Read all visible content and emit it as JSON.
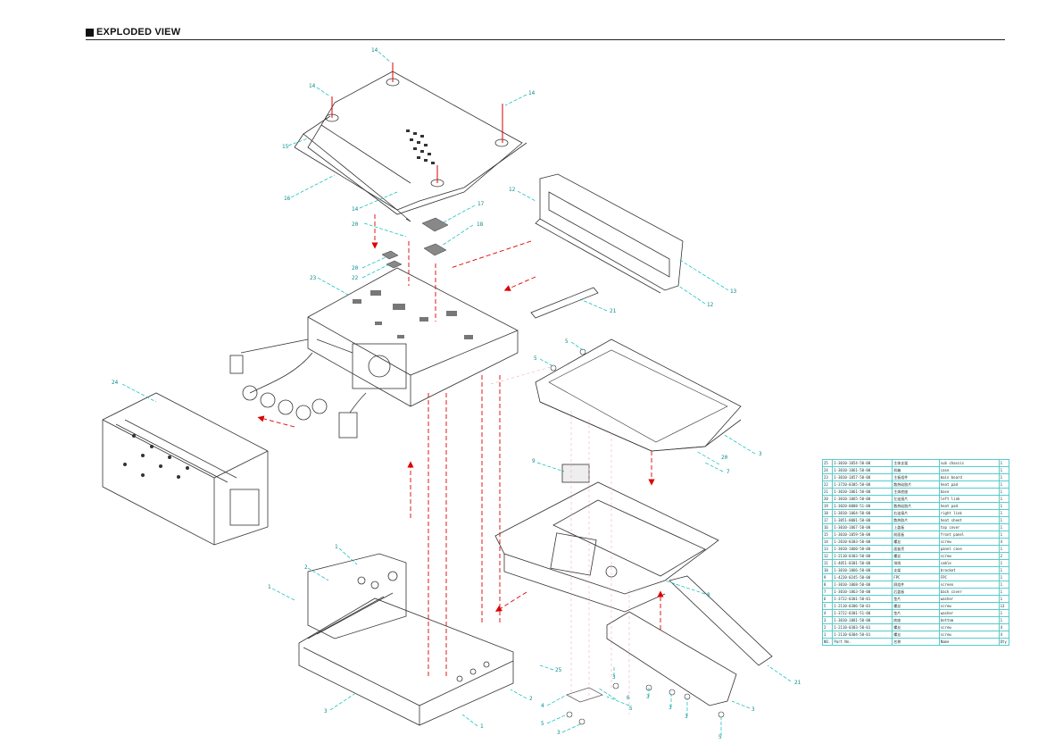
{
  "header": {
    "title": "EXPLODED VIEW"
  },
  "callouts": [
    "1",
    "1",
    "1",
    "2",
    "2",
    "3",
    "3",
    "3",
    "3",
    "3",
    "3",
    "3",
    "3",
    "4",
    "5",
    "5",
    "5",
    "5",
    "6",
    "7",
    "8",
    "9",
    "12",
    "12",
    "13",
    "14",
    "14",
    "14",
    "14",
    "15",
    "16",
    "17",
    "18",
    "20",
    "20",
    "20",
    "21",
    "22",
    "23",
    "24",
    "25"
  ],
  "parts_table": {
    "rows": [
      {
        "no": "25",
        "code": "1-3010-1054-50-00",
        "cn": "主体支架",
        "en": "sub chassis",
        "qty": "1"
      },
      {
        "no": "24",
        "code": "1-3010-1061-50-00",
        "cn": "机箱",
        "en": "case",
        "qty": "1"
      },
      {
        "no": "23",
        "code": "1-3010-1057-50-00",
        "cn": "主板组件",
        "en": "main board",
        "qty": "1"
      },
      {
        "no": "22",
        "code": "1-3720-0305-50-00",
        "cn": "散热硅胶片",
        "en": "heat pad",
        "qty": "1"
      },
      {
        "no": "21",
        "code": "1-3010-1061-50-00",
        "cn": "主体底座",
        "en": "base",
        "qty": "1"
      },
      {
        "no": "20",
        "code": "1-3010-1065-50-00",
        "cn": "左连接片",
        "en": "left link",
        "qty": "1"
      },
      {
        "no": "19",
        "code": "1-3020-0088-51-00",
        "cn": "散热硅胶片",
        "en": "heat pad",
        "qty": "1"
      },
      {
        "no": "18",
        "code": "1-3010-1064-50-00",
        "cn": "右连接片",
        "en": "right link",
        "qty": "1"
      },
      {
        "no": "17",
        "code": "1-3051-0001-50-00",
        "cn": "散热胶片",
        "en": "heat sheet",
        "qty": "1"
      },
      {
        "no": "16",
        "code": "1-3010-1067-50-00",
        "cn": "上盖板",
        "en": "top cover",
        "qty": "1"
      },
      {
        "no": "15",
        "code": "1-3010-1059-50-00",
        "cn": "前面板",
        "en": "front panel",
        "qty": "1"
      },
      {
        "no": "14",
        "code": "1-2010-0303-50-00",
        "cn": "螺丝",
        "en": "screw",
        "qty": "4"
      },
      {
        "no": "13",
        "code": "1-3010-1060-50-00",
        "cn": "面板壳",
        "en": "panel case",
        "qty": "1"
      },
      {
        "no": "12",
        "code": "1-2110-0303-50-00",
        "cn": "螺丝",
        "en": "screw",
        "qty": "2"
      },
      {
        "no": "11",
        "code": "1-4051-0301-50-00",
        "cn": "排线",
        "en": "cable",
        "qty": "1"
      },
      {
        "no": "10",
        "code": "1-3010-1066-50-00",
        "cn": "支架",
        "en": "bracket",
        "qty": "1"
      },
      {
        "no": "9",
        "code": "1-4220-0245-50-00",
        "cn": "FPC",
        "en": "FPC",
        "qty": "1"
      },
      {
        "no": "8",
        "code": "1-3010-1068-50-00",
        "cn": "屏组件",
        "en": "screen",
        "qty": "1"
      },
      {
        "no": "7",
        "code": "1-3010-1063-50-00",
        "cn": "后盖板",
        "en": "back cover",
        "qty": "1"
      },
      {
        "no": "6",
        "code": "1-3722-0301-50-01",
        "cn": "垫片",
        "en": "washer",
        "qty": "1"
      },
      {
        "no": "5",
        "code": "1-2110-0306-50-01",
        "cn": "螺丝",
        "en": "screw",
        "qty": "13"
      },
      {
        "no": "4",
        "code": "1-3722-0301-51-00",
        "cn": "垫片",
        "en": "washer",
        "qty": "1"
      },
      {
        "no": "3",
        "code": "1-3010-1081-50-00",
        "cn": "底座",
        "en": "bottom",
        "qty": "1"
      },
      {
        "no": "2",
        "code": "1-2110-0303-50-01",
        "cn": "螺丝",
        "en": "screw",
        "qty": "4"
      },
      {
        "no": "1",
        "code": "1-2110-0304-50-01",
        "cn": "螺丝",
        "en": "screw",
        "qty": "4"
      }
    ],
    "header_row": {
      "no": "NO.",
      "code": "Part No.",
      "cn": "名称",
      "en": "Name",
      "qty": "Qty"
    }
  }
}
